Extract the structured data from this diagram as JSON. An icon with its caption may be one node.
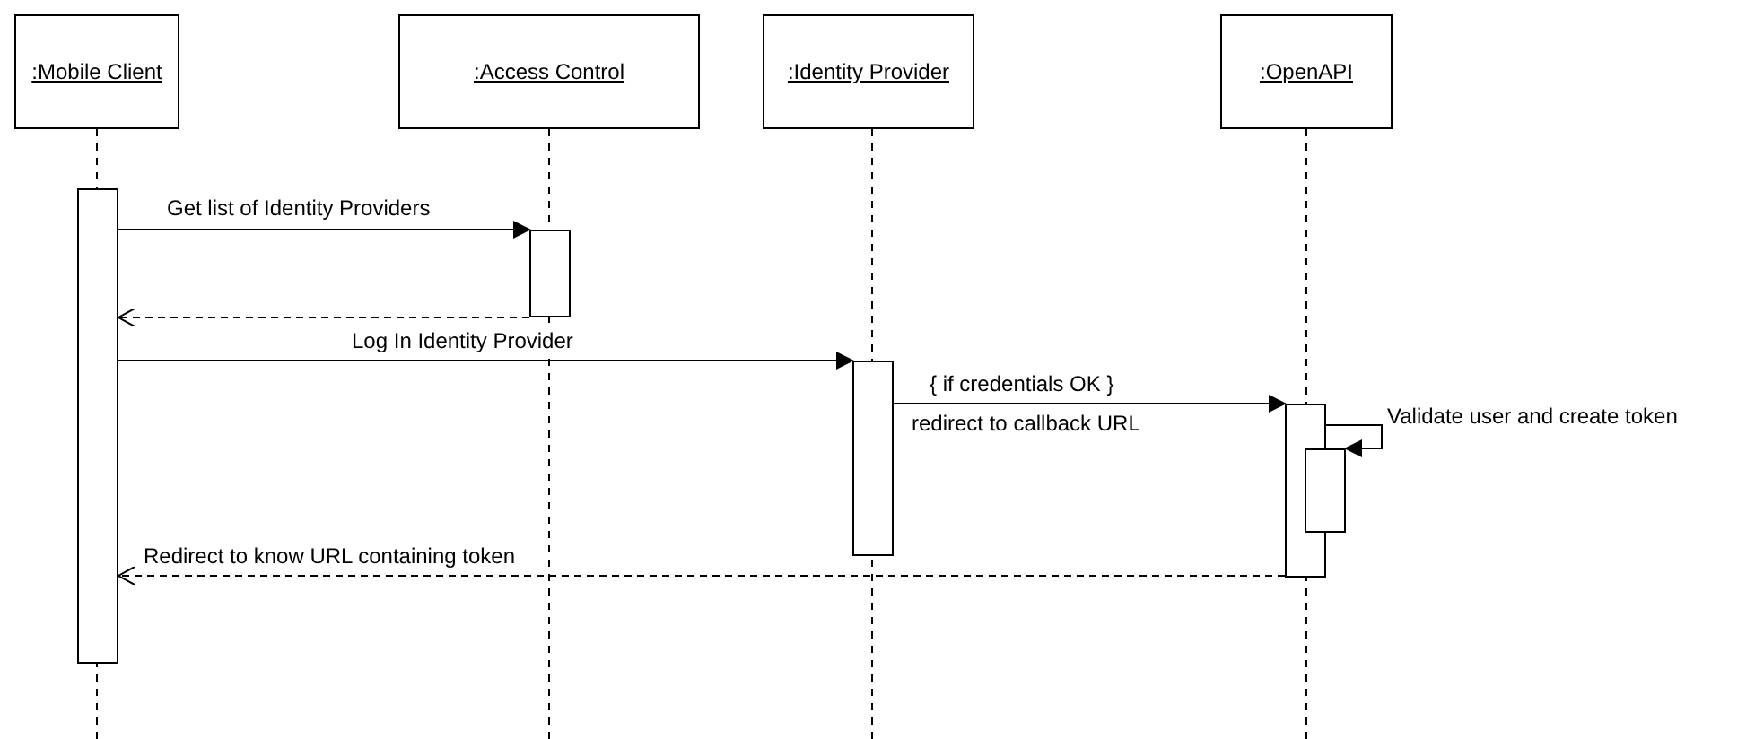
{
  "diagram": {
    "nodes": [
      {
        "text": [
          ":Mobile Client"
        ]
      },
      {
        "text": [
          ":Access Control"
        ]
      },
      {
        "text": [
          ":Identity Provider"
        ]
      },
      {
        "text": [
          ":OpenAPI"
        ]
      },
      {
        "text": [],
        "shape": "bar"
      },
      {
        "text": [],
        "shape": "bar"
      },
      {
        "text": [],
        "shape": "bar"
      },
      {
        "text": [],
        "shape": "bar"
      },
      {
        "text": [],
        "shape": "bar"
      }
    ],
    "edges": [
      {
        "from": 4,
        "to": 5,
        "arrow": "to",
        "label": "Get list of Identity Providers"
      },
      {
        "from": 5,
        "to": 4,
        "arrow": "to",
        "style": "dashed"
      },
      {
        "from": 4,
        "to": 6,
        "arrow": "to",
        "label": "Log In Identity Provider"
      },
      {
        "from": 6,
        "to": 7,
        "arrow": "to",
        "label": "redirect to callback URL"
      },
      {
        "from": 7,
        "to": 8,
        "arrow": "to",
        "label": "Validate user and create token"
      },
      {
        "from": 7,
        "to": 4,
        "arrow": "to",
        "style": "dashed",
        "label": "Redirect to know URL containing token"
      }
    ],
    "labels": [
      "{ if credentials OK }"
    ]
  }
}
